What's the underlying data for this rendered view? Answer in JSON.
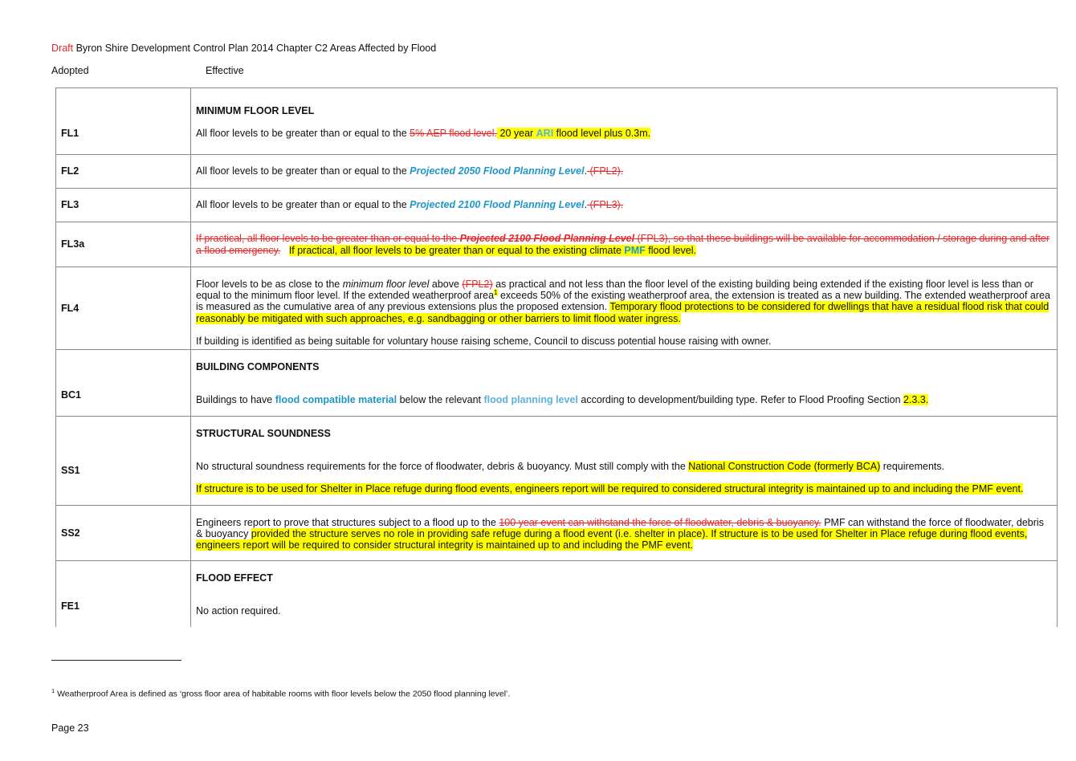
{
  "header": {
    "draft_word": "Draft",
    "title_rest": " Byron Shire Development Control Plan 2014 Chapter C2 Areas Affected by Flood",
    "adopted_label": "Adopted",
    "effective_label": "Effective"
  },
  "rows": {
    "fl1": {
      "section_heading": "MINIMUM FLOOR LEVEL",
      "code": "FL1",
      "text_a": "All floor levels to be greater than or equal to the ",
      "strike": "5% AEP flood level.",
      "hl_a": " 20 year ",
      "hl_ari": "ARI",
      "hl_b": " flood level plus 0.3m."
    },
    "fl2": {
      "code": "FL2",
      "text_a": "All floor levels to be greater than or equal to the ",
      "blue": "Projected 2050 Flood Planning Level",
      "text_b": ".",
      "strike": " (FPL2)."
    },
    "fl3": {
      "code": "FL3",
      "text_a": "All floor levels to be greater than or equal to the ",
      "blue": "Projected 2100 Flood Planning Level",
      "text_b": ".",
      "strike": " (FPL3)."
    },
    "fl3a": {
      "code": "FL3a",
      "strike_a": "If practical, all floor levels to be greater than or equal to the ",
      "strike_bi": "Projected 2100 Flood Planning Level",
      "strike_b": " (FPL3), so that these buildings will be available for accommodation / storage during and after a flood emergency.",
      "gap": "   ",
      "hl_a": "If practical, all floor levels to be greater than or equal to the existing climate ",
      "hl_pmf": "PMF",
      "hl_b": " flood level."
    },
    "fl4": {
      "code": "FL4",
      "t1": "Floor levels to be as close to the ",
      "t1_it": "minimum floor level",
      "t2": " above ",
      "strike": "(FPL2)",
      "t3": " as practical and not less than the floor level of the existing building being extended if the existing floor level is less than or equal to the minimum floor level.  If the extended weatherproof area",
      "sup": "1",
      "t4": " exceeds 50% of the existing weatherproof area, the extension is treated as a new building. The extended weatherproof area is measured as the cumulative area of any previous extensions plus the proposed extension. ",
      "hl": "Temporary flood protections to be considered for dwellings that have a residual flood risk that could reasonably be mitigated with such approaches, e.g. sandbagging or other barriers to limit flood water ingress.",
      "p2": "If building is identified as being suitable for voluntary house raising scheme, Council to discuss potential house raising with owner."
    },
    "bc1": {
      "section_heading": "BUILDING COMPONENTS",
      "code": "BC1",
      "t1": "Buildings to have ",
      "blue_a": "flood compatible material",
      "t2": " below the relevant ",
      "blue_b": "flood planning level",
      "t3": " according to development/building type. Refer to Flood Proofing Section ",
      "hl": "2.3.3."
    },
    "ss1": {
      "section_heading": "STRUCTURAL SOUNDNESS",
      "code": "SS1",
      "t1": "No structural soundness requirements for the force of floodwater, debris & buoyancy. Must still comply with the ",
      "hl": "National Construction Code (formerly BCA)",
      "t2": " requirements.",
      "p2_hl": "If structure is to be used for Shelter in Place refuge during flood events, engineers report will be required to considered structural integrity is maintained up to and including the PMF event."
    },
    "ss2": {
      "code": "SS2",
      "t1": "Engineers report to prove that structures subject to a flood up to the ",
      "strike": "100 year event can withstand the force of floodwater, debris & buoyancy.",
      "t2": " PMF can withstand the force of floodwater, debris & buoyancy ",
      "hl": "provided the structure serves no role in providing safe refuge during a flood event (i.e. shelter in place). If structure is to be used for Shelter in Place refuge during flood events, engineers report will be required to consider structural integrity is maintained up to and including the PMF event."
    },
    "fe1": {
      "section_heading": "FLOOD EFFECT",
      "code": "FE1",
      "text": "No action required."
    }
  },
  "footnote": {
    "sup": "1",
    "text": " Weatherproof Area is defined as ‘gross floor area of habitable rooms with floor levels below the 2050 flood planning level’."
  },
  "page": "Page 23",
  "colors": {
    "draft_red": "#e8272a",
    "defined_term_blue": "#1f97c8",
    "highlight_yellow": "#ffff00"
  }
}
